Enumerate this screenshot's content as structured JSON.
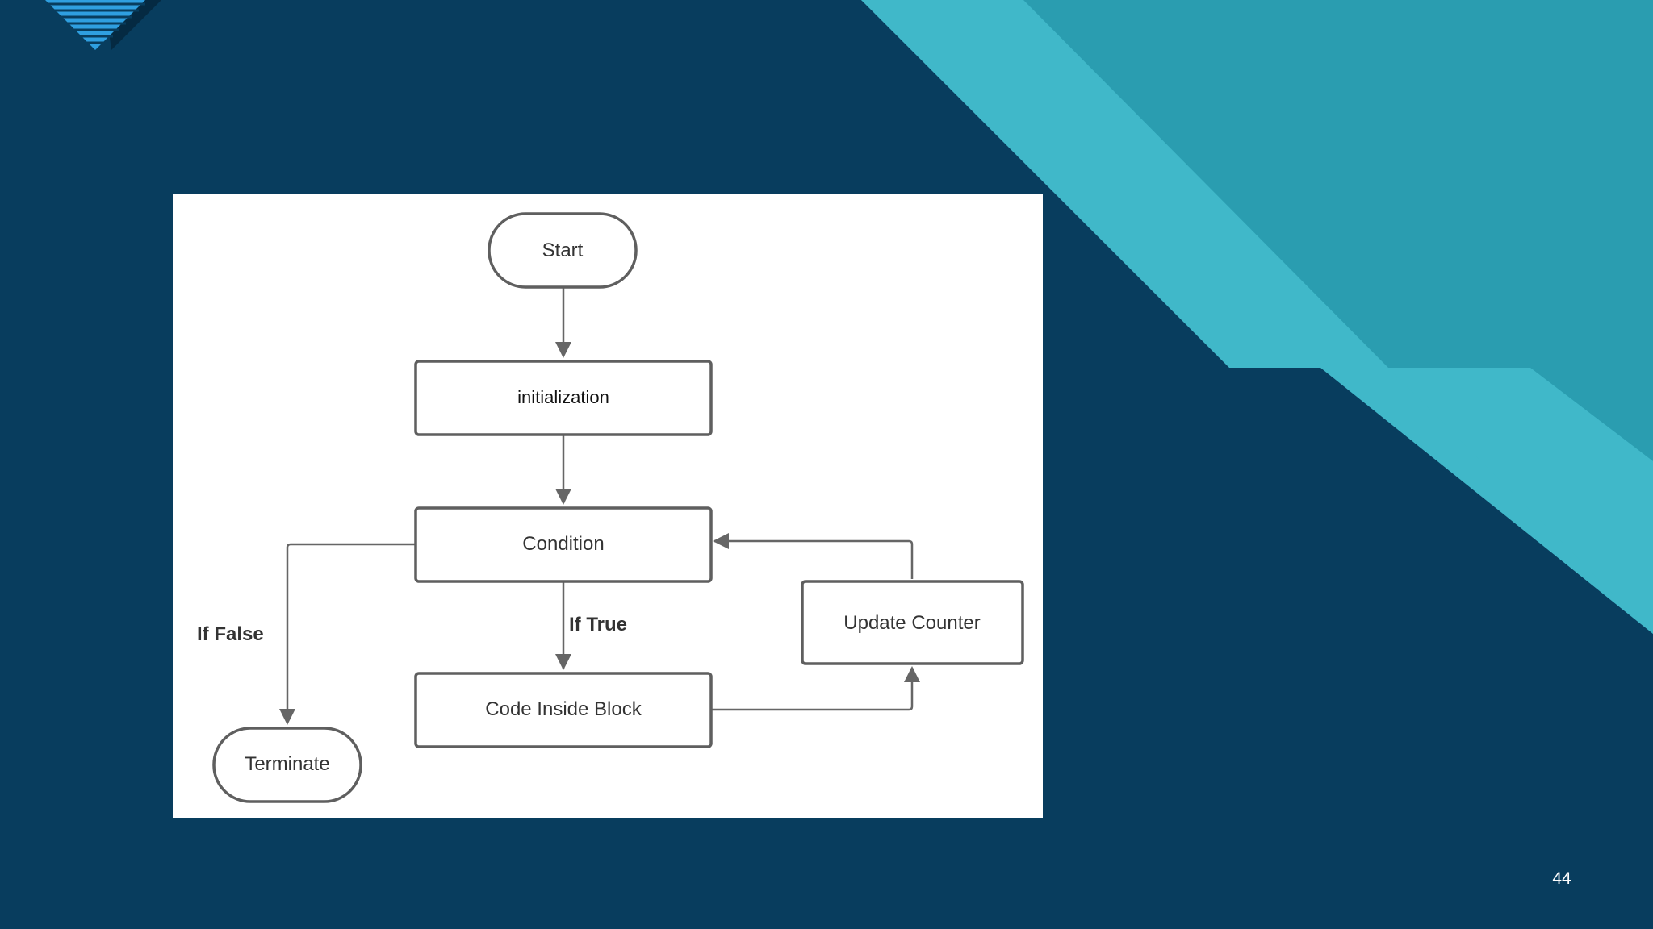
{
  "slide": {
    "page_number": "44"
  },
  "colors": {
    "background": "#083d5e",
    "accent_light": "#40b8c9",
    "accent_dark": "#2a9db0",
    "stripes": "#2f9fe0",
    "node_stroke": "#5f5f5f",
    "edge_stroke": "#666666"
  },
  "diagram": {
    "nodes": {
      "start": "Start",
      "initialization": "initialization",
      "condition": "Condition",
      "code_block": "Code Inside Block",
      "update_counter": "Update Counter",
      "terminate": "Terminate"
    },
    "edge_labels": {
      "if_true": "If True",
      "if_false": "If False"
    }
  }
}
